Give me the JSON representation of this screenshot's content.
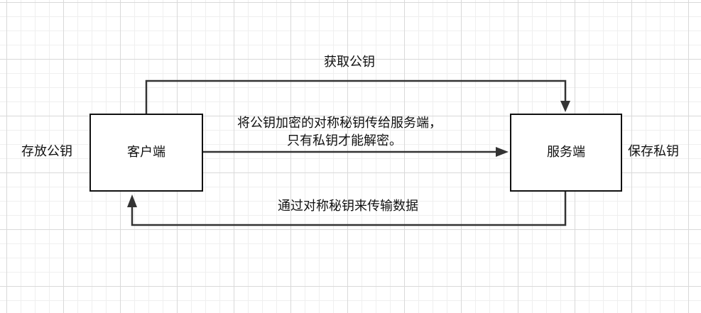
{
  "nodes": {
    "client": {
      "label": "客户端"
    },
    "server": {
      "label": "服务端"
    }
  },
  "side_labels": {
    "client": "存放公钥",
    "server": "保存私钥"
  },
  "edges": {
    "get_public_key": {
      "label": "获取公钥"
    },
    "send_encrypted_key": {
      "label_line1": "将公钥加密的对称秘钥传给服务端，",
      "label_line2": "只有私钥才能解密。"
    },
    "symmetric_transfer": {
      "label": "通过对称秘钥来传输数据"
    }
  },
  "colors": {
    "line": "#333333",
    "box_border": "#111111",
    "grid_major": "#d9d9d9",
    "grid_minor": "#efefef"
  }
}
